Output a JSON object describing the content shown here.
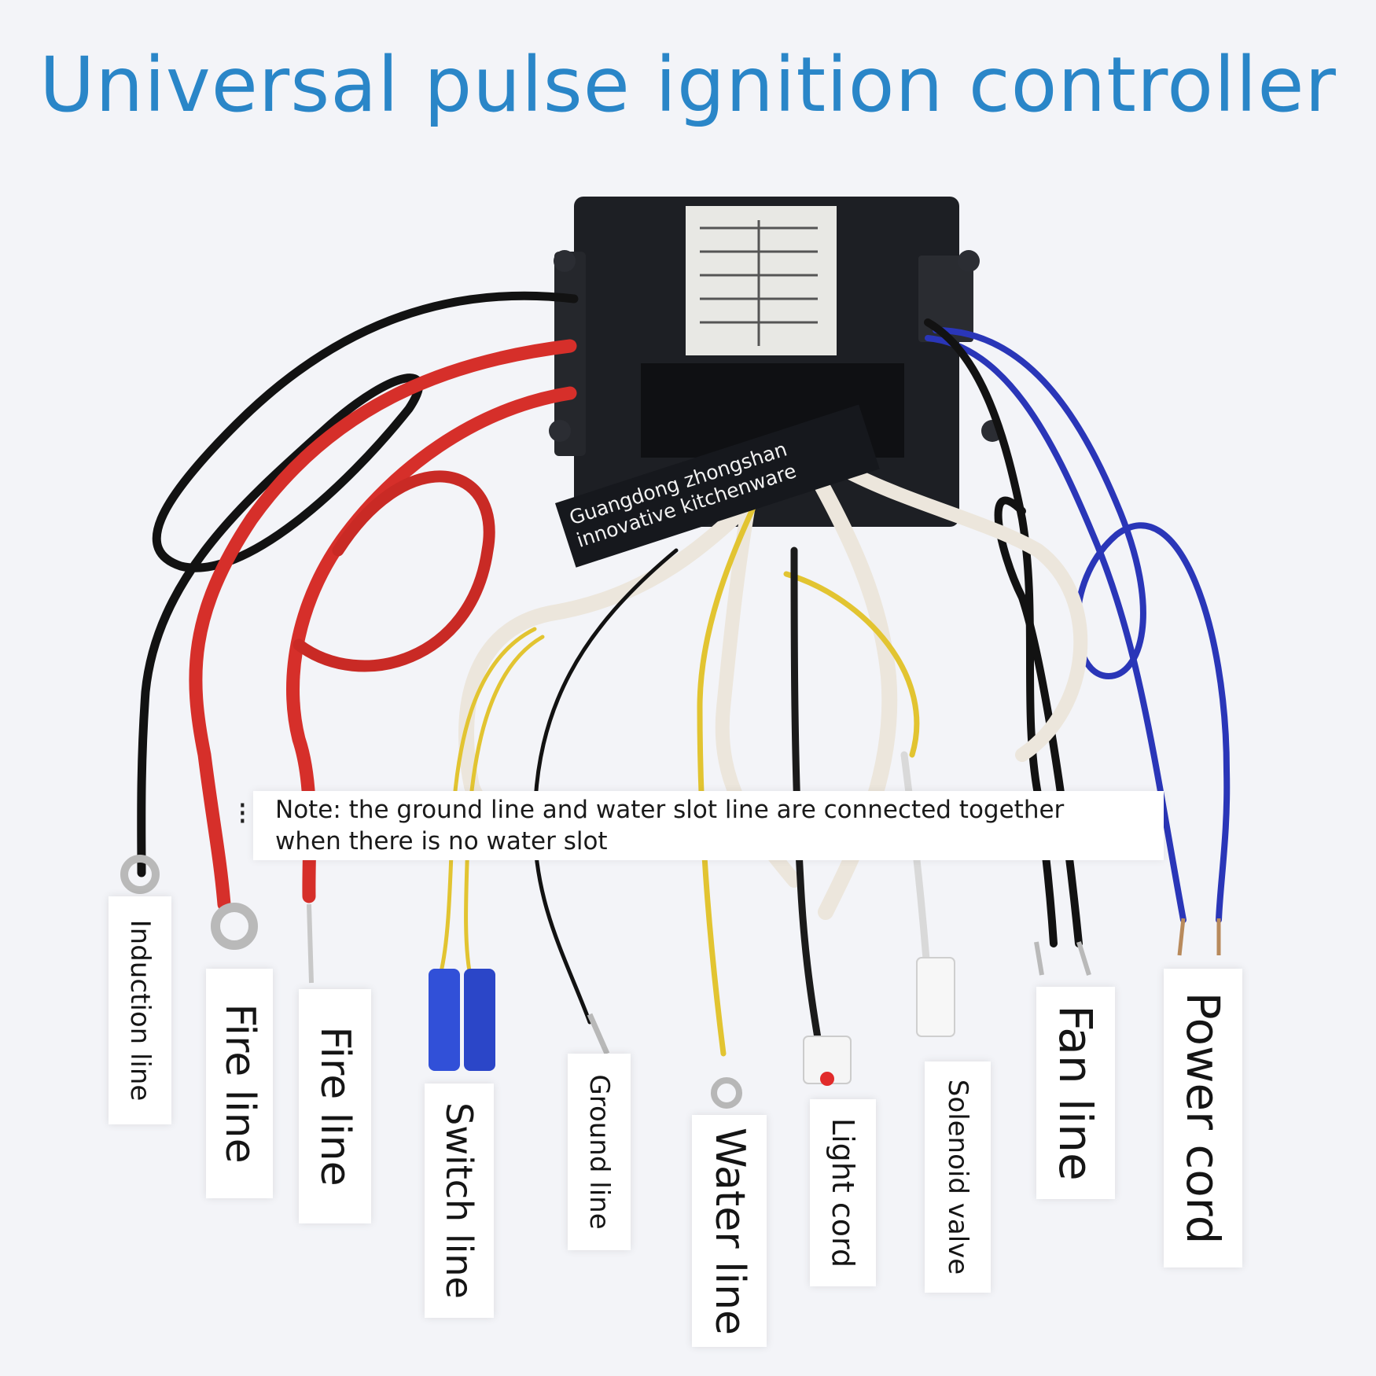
{
  "title": "Universal pulse ignition controller",
  "brand_tag": {
    "line1": "Guangdong zhongshan",
    "line2": "innovative kitchenware"
  },
  "note": {
    "line1": "Note: the ground line and water slot line are connected together",
    "line2": "when there is no water slot"
  },
  "wire_labels": [
    "Induction line",
    "Fire line",
    "Fire line",
    "Switch line",
    "Ground line",
    "Water line",
    "Light cord",
    "Solenoid valve",
    "Fan line",
    "Power cord"
  ],
  "colors": {
    "title": "#2a86c8",
    "background": "#f3f4f8",
    "controller_box": "#1d1f24",
    "red_wire": "#d62f2a",
    "black_wire": "#121212",
    "blue_wire": "#2a36b8",
    "yellow_wire": "#e2c431",
    "white_wire": "#ece6dc"
  }
}
